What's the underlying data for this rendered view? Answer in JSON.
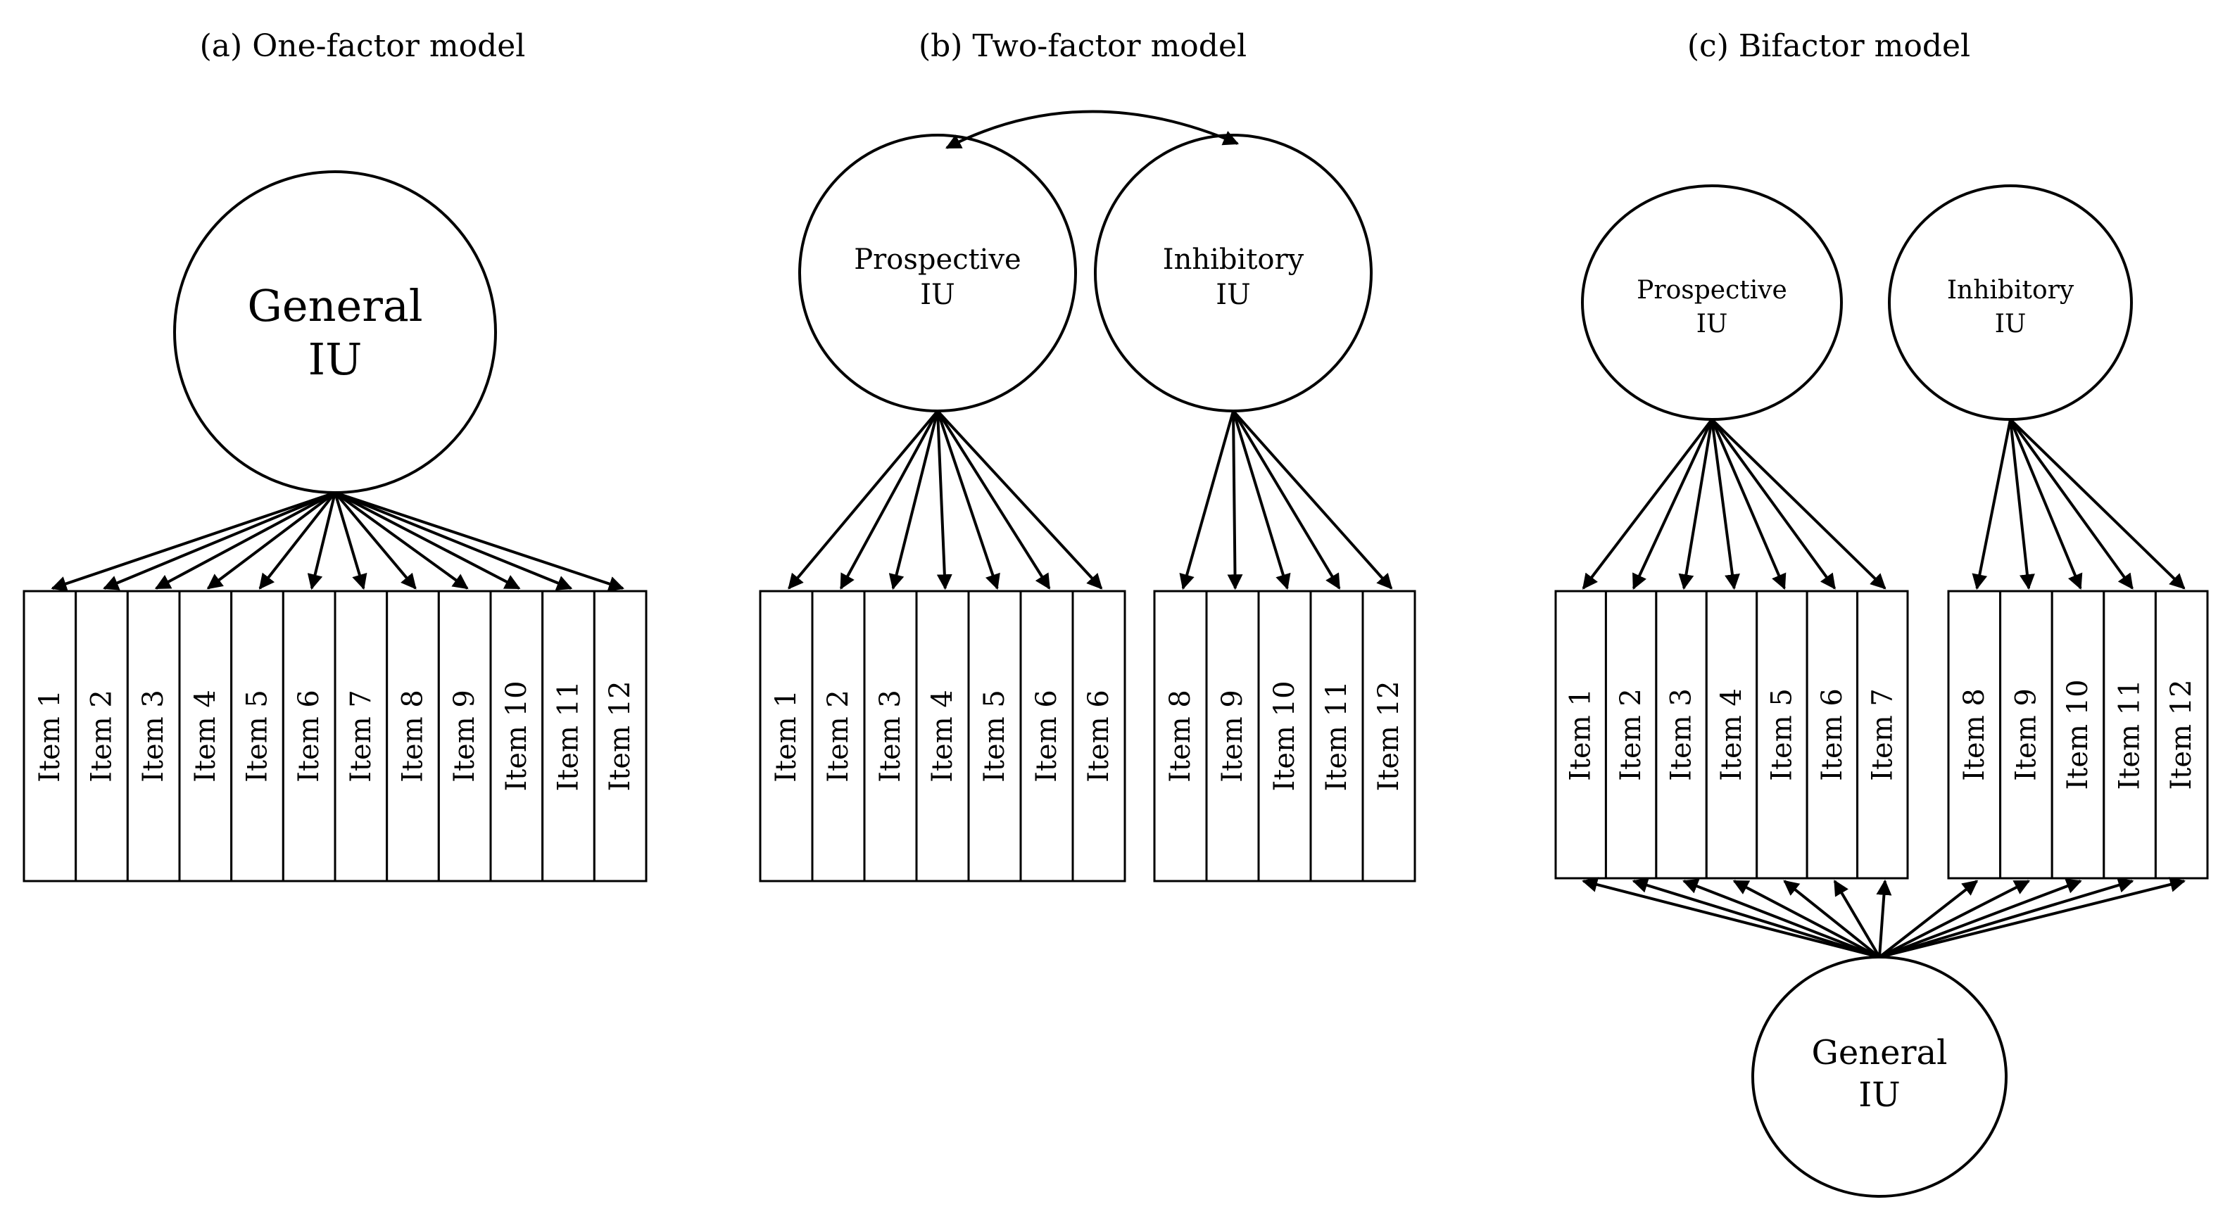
{
  "panels": [
    {
      "title": "(a) One-factor model",
      "factors": [
        {
          "line1": "General",
          "line2": "IU"
        }
      ],
      "item_groups": [
        [
          "Item 1",
          "Item 2",
          "Item 3",
          "Item 4",
          "Item 5",
          "Item 6",
          "Item 7",
          "Item 8",
          "Item 9",
          "Item 10",
          "Item 11",
          "Item 12"
        ]
      ]
    },
    {
      "title": "(b) Two-factor model",
      "factors": [
        {
          "line1": "Prospective",
          "line2": "IU"
        },
        {
          "line1": "Inhibitory",
          "line2": "IU"
        }
      ],
      "item_groups": [
        [
          "Item 1",
          "Item 2",
          "Item 3",
          "Item 4",
          "Item 5",
          "Item 6",
          "Item 6"
        ],
        [
          "Item 8",
          "Item 9",
          "Item 10",
          "Item 11",
          "Item 12"
        ]
      ]
    },
    {
      "title": "(c) Bifactor model",
      "factors": [
        {
          "line1": "Prospective",
          "line2": "IU"
        },
        {
          "line1": "Inhibitory",
          "line2": "IU"
        },
        {
          "line1": "General",
          "line2": "IU"
        }
      ],
      "item_groups": [
        [
          "Item 1",
          "Item 2",
          "Item 3",
          "Item 4",
          "Item 5",
          "Item 6",
          "Item 7"
        ],
        [
          "Item 8",
          "Item 9",
          "Item 10",
          "Item 11",
          "Item 12"
        ]
      ]
    }
  ]
}
